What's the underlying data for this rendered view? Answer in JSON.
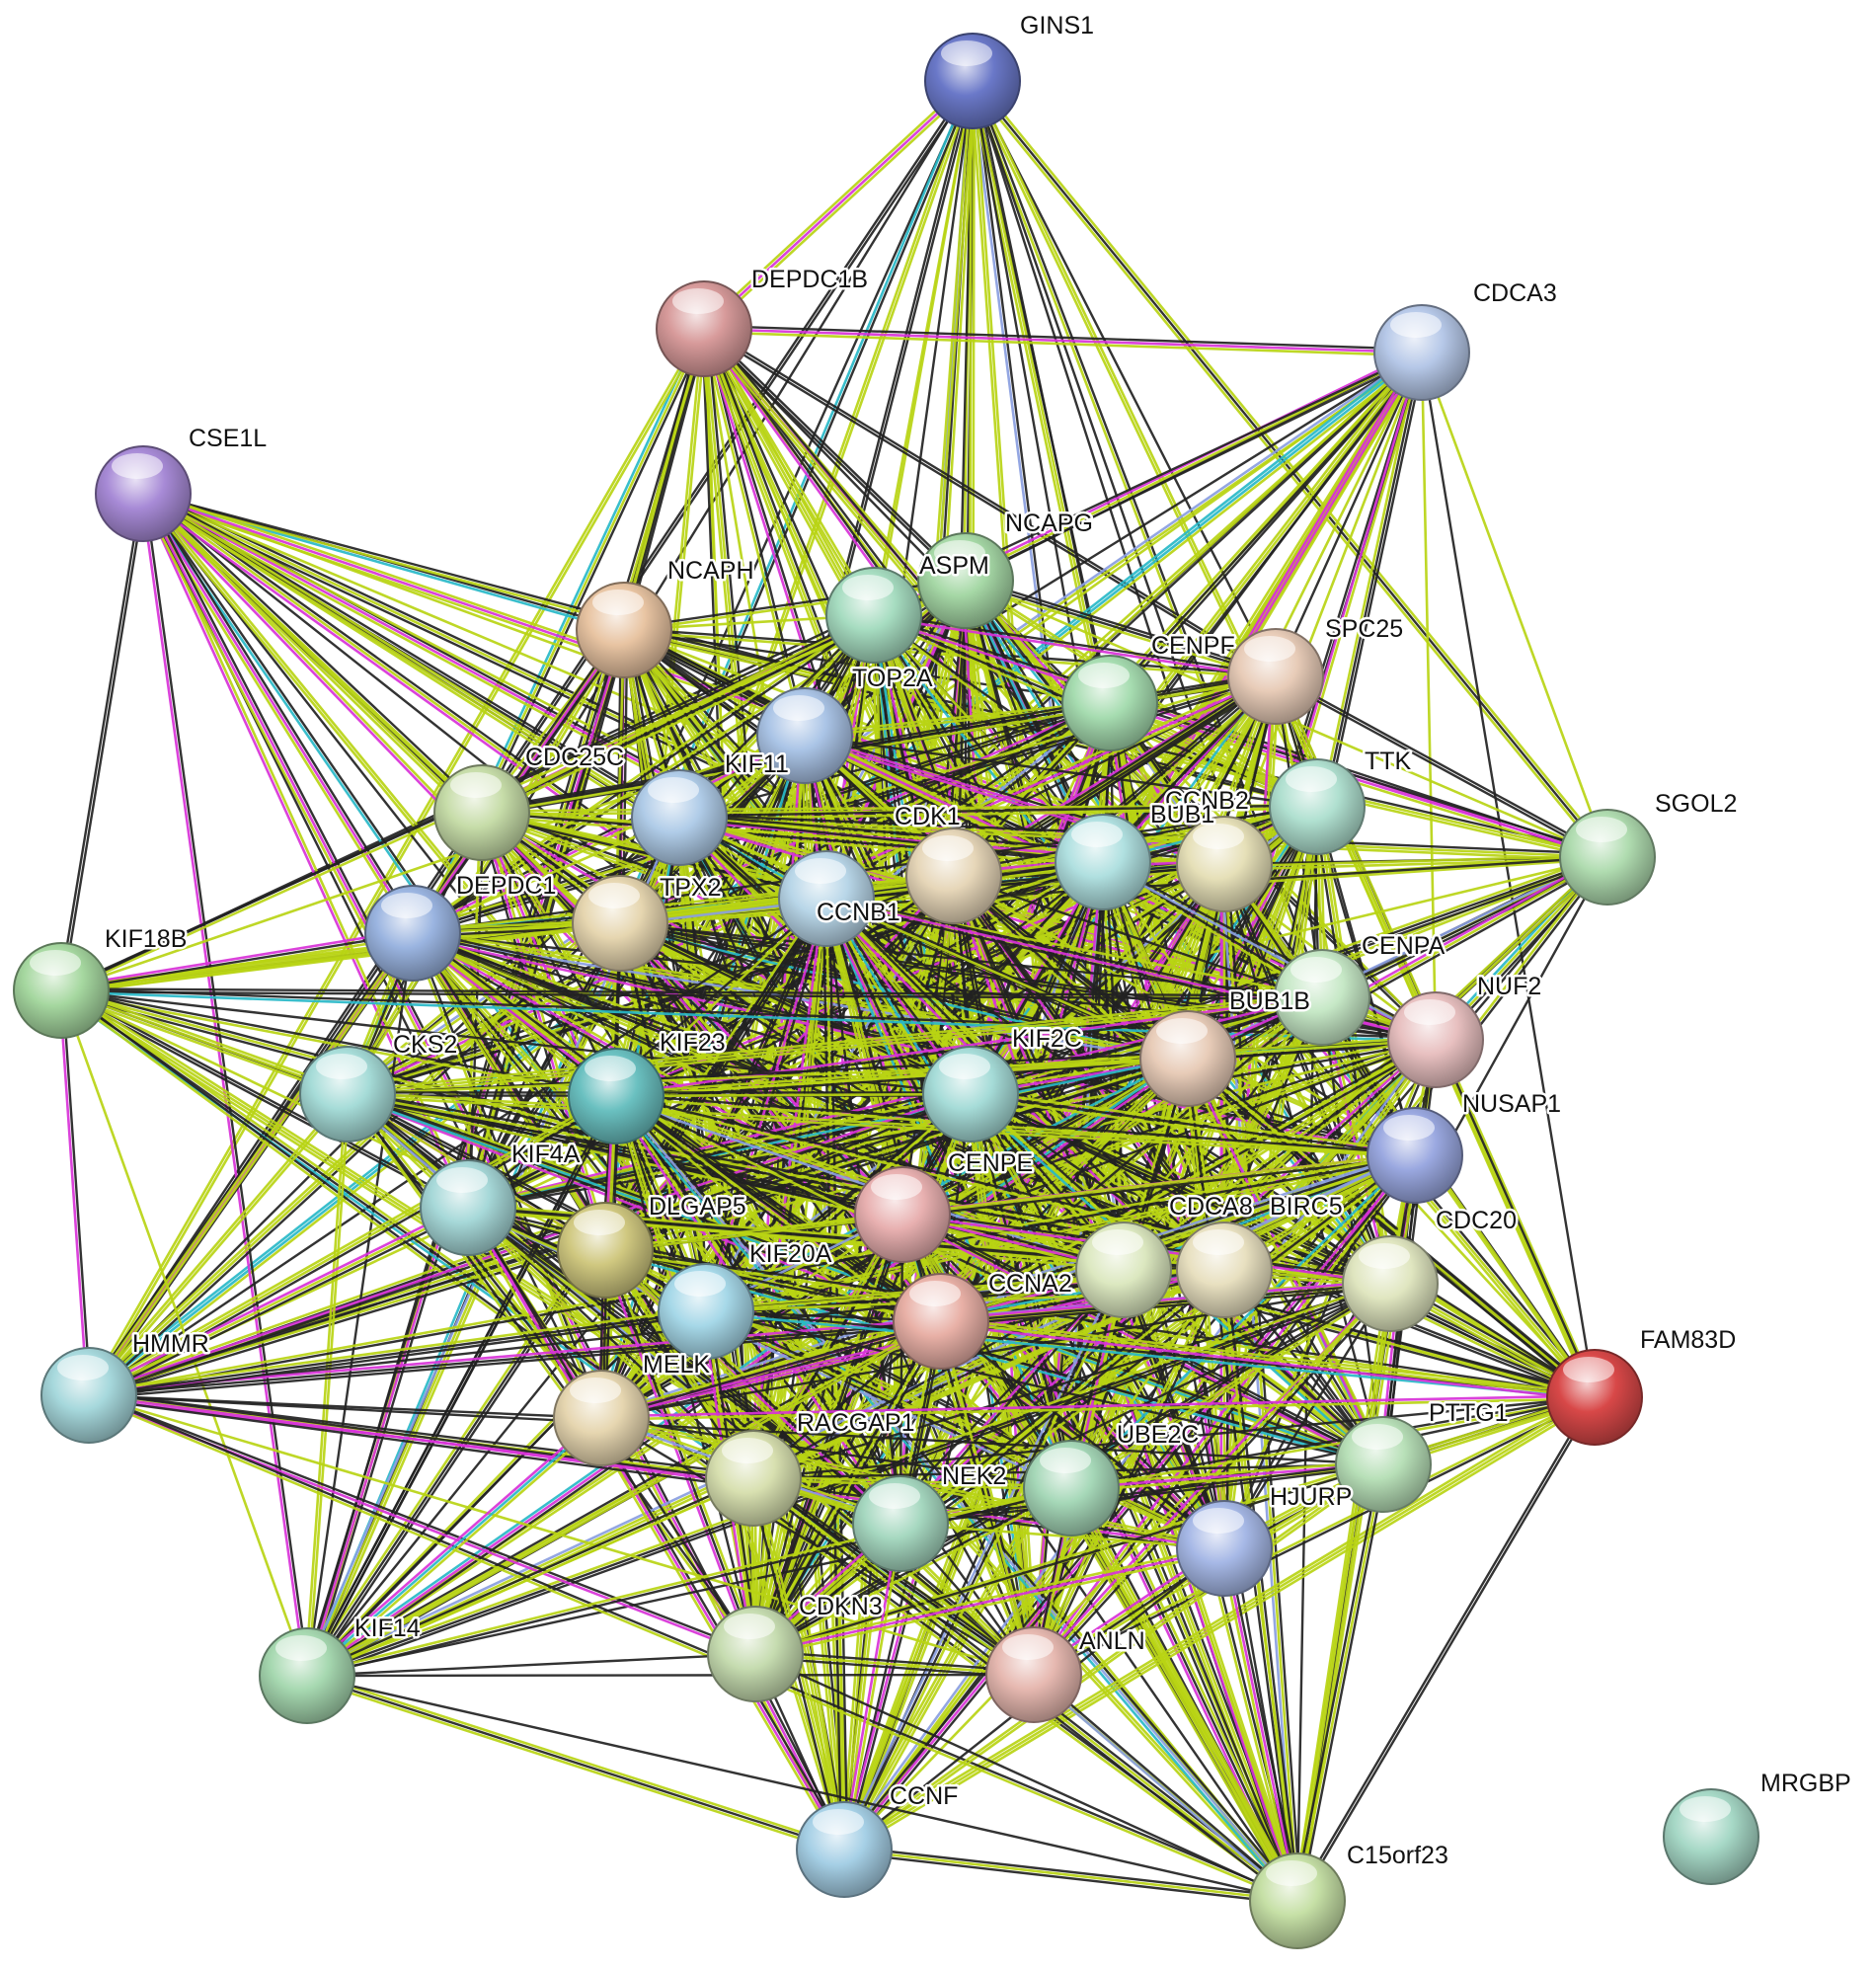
{
  "network": {
    "nodes": [
      {
        "id": "GINS1",
        "label": "GINS1",
        "color": "#6a78c8"
      },
      {
        "id": "DEPDC1B",
        "label": "DEPDC1B",
        "color": "#d79a9a"
      },
      {
        "id": "CDCA3",
        "label": "CDCA3",
        "color": "#b6c8e8"
      },
      {
        "id": "CSE1L",
        "label": "CSE1L",
        "color": "#a78ad6"
      },
      {
        "id": "NCAPH",
        "label": "NCAPH",
        "color": "#e8c4a2"
      },
      {
        "id": "NCAPG",
        "label": "NCAPG",
        "color": "#a6d8a6"
      },
      {
        "id": "ASPM",
        "label": "ASPM",
        "color": "#a6dcc0"
      },
      {
        "id": "CENPF",
        "label": "CENPF",
        "color": "#a6dcb0"
      },
      {
        "id": "SPC25",
        "label": "SPC25",
        "color": "#e8ccb8"
      },
      {
        "id": "TOP2A",
        "label": "TOP2A",
        "color": "#aac4e6"
      },
      {
        "id": "CDC25C",
        "label": "CDC25C",
        "color": "#c6dca8"
      },
      {
        "id": "KIF11",
        "label": "KIF11",
        "color": "#b0cce8"
      },
      {
        "id": "TTK",
        "label": "TTK",
        "color": "#b0e0d0"
      },
      {
        "id": "SGOL2",
        "label": "SGOL2",
        "color": "#b0dcb0"
      },
      {
        "id": "CCNB2",
        "label": "CCNB2",
        "color": "#e6e0b8"
      },
      {
        "id": "BUB1",
        "label": "BUB1",
        "color": "#b0e0e0"
      },
      {
        "id": "CDK1",
        "label": "CDK1",
        "color": "#e6d6b8"
      },
      {
        "id": "TPX2",
        "label": "TPX2",
        "color": "#e6d6b0"
      },
      {
        "id": "DEPDC1",
        "label": "DEPDC1",
        "color": "#9ab4e0"
      },
      {
        "id": "CCNB1",
        "label": "CCNB1",
        "color": "#b8d6e8"
      },
      {
        "id": "KIF18B",
        "label": "KIF18B",
        "color": "#a6d8a0"
      },
      {
        "id": "CENPA",
        "label": "CENPA",
        "color": "#c6e8c6"
      },
      {
        "id": "NUF2",
        "label": "NUF2",
        "color": "#e8c0c0"
      },
      {
        "id": "BUB1B",
        "label": "BUB1B",
        "color": "#e8ccb8"
      },
      {
        "id": "KIF2C",
        "label": "KIF2C",
        "color": "#a6dcd8"
      },
      {
        "id": "CKS2",
        "label": "CKS2",
        "color": "#a6dcd8"
      },
      {
        "id": "KIF23",
        "label": "KIF23",
        "color": "#6ac0c0"
      },
      {
        "id": "NUSAP1",
        "label": "NUSAP1",
        "color": "#9aa8e0"
      },
      {
        "id": "KIF4A",
        "label": "KIF4A",
        "color": "#a6d8d8"
      },
      {
        "id": "CENPE",
        "label": "CENPE",
        "color": "#e8b0b0"
      },
      {
        "id": "DLGAP5",
        "label": "DLGAP5",
        "color": "#d0c880"
      },
      {
        "id": "CDCA8",
        "label": "CDCA8",
        "color": "#dce8c0"
      },
      {
        "id": "BIRC5",
        "label": "BIRC5",
        "color": "#e8e0c0"
      },
      {
        "id": "CDC20",
        "label": "CDC20",
        "color": "#e0e6c0"
      },
      {
        "id": "KIF20A",
        "label": "KIF20A",
        "color": "#a6d8e8"
      },
      {
        "id": "CCNA2",
        "label": "CCNA2",
        "color": "#e8b0a6"
      },
      {
        "id": "FAM83D",
        "label": "FAM83D",
        "color": "#d84848"
      },
      {
        "id": "HMMR",
        "label": "HMMR",
        "color": "#a6d8dc"
      },
      {
        "id": "MELK",
        "label": "MELK",
        "color": "#e6d6b0"
      },
      {
        "id": "PTTG1",
        "label": "PTTG1",
        "color": "#b8e0b8"
      },
      {
        "id": "RACGAP1",
        "label": "RACGAP1",
        "color": "#d8e0b0"
      },
      {
        "id": "UBE2C",
        "label": "UBE2C",
        "color": "#a6d8b8"
      },
      {
        "id": "NEK2",
        "label": "NEK2",
        "color": "#a6d8c0"
      },
      {
        "id": "HJURP",
        "label": "HJURP",
        "color": "#a6b8e6"
      },
      {
        "id": "KIF14",
        "label": "KIF14",
        "color": "#a6d8b0"
      },
      {
        "id": "CDKN3",
        "label": "CDKN3",
        "color": "#c6dcb0"
      },
      {
        "id": "ANLN",
        "label": "ANLN",
        "color": "#e6b8b0"
      },
      {
        "id": "CCNF",
        "label": "CCNF",
        "color": "#a6d0e6"
      },
      {
        "id": "C15orf23",
        "label": "C15orf23",
        "color": "#c6e0a6"
      },
      {
        "id": "MRGBP",
        "label": "MRGBP",
        "color": "#a6d8c6"
      }
    ],
    "edge_colors": [
      "#222222",
      "#b8d414",
      "#d832d8",
      "#28b8c8",
      "#8a9ee0"
    ],
    "isolated": [
      "MRGBP"
    ]
  }
}
